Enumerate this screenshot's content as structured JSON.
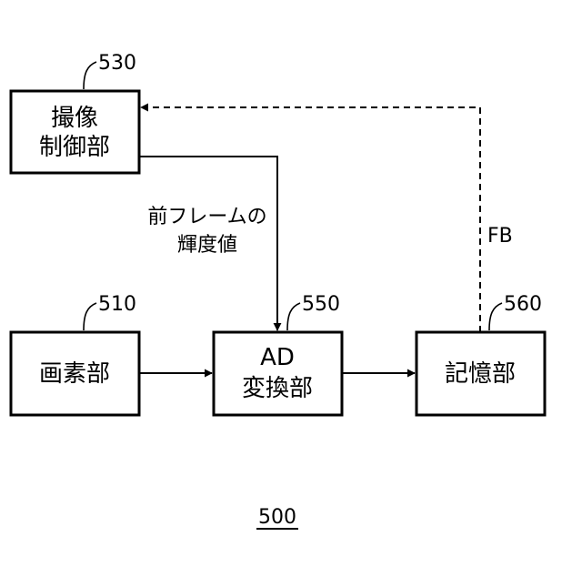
{
  "blocks": {
    "imaging_control": {
      "line1": "撮像",
      "line2": "制御部",
      "ref": "530"
    },
    "pixel": {
      "label": "画素部",
      "ref": "510"
    },
    "ad": {
      "line1": "AD",
      "line2": "変換部",
      "ref": "550"
    },
    "memory": {
      "label": "記憶部",
      "ref": "560"
    }
  },
  "annotations": {
    "prev_frame_line1": "前フレームの",
    "prev_frame_line2": "輝度値",
    "feedback": "FB"
  },
  "figure": {
    "number": "500"
  }
}
